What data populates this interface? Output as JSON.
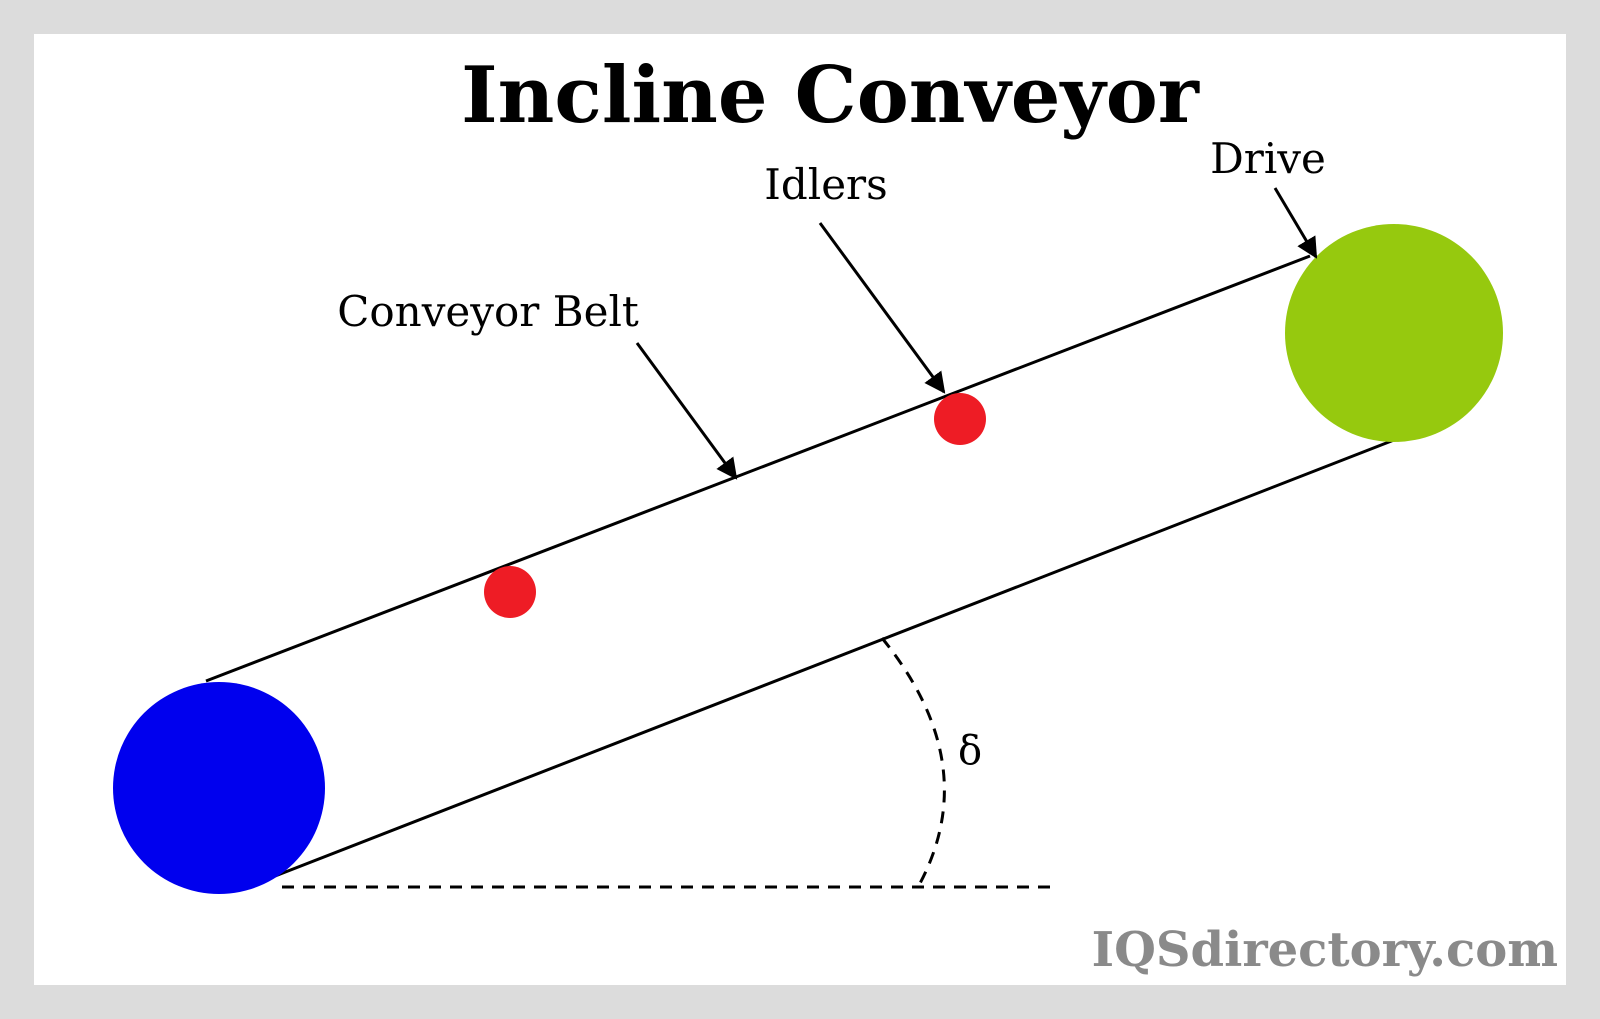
{
  "title": "Incline Conveyor",
  "labels": {
    "conveyor_belt": "Conveyor Belt",
    "idlers": "Idlers",
    "drive": "Drive",
    "angle_symbol": "δ"
  },
  "watermark": "IQSdirectory.com",
  "colors": {
    "tail_pulley": "#0000ee",
    "drive_pulley": "#96c90e",
    "idler": "#ee1c25",
    "frame": "#dcdcdc",
    "line": "#000000",
    "watermark": "#8a8a8a"
  }
}
